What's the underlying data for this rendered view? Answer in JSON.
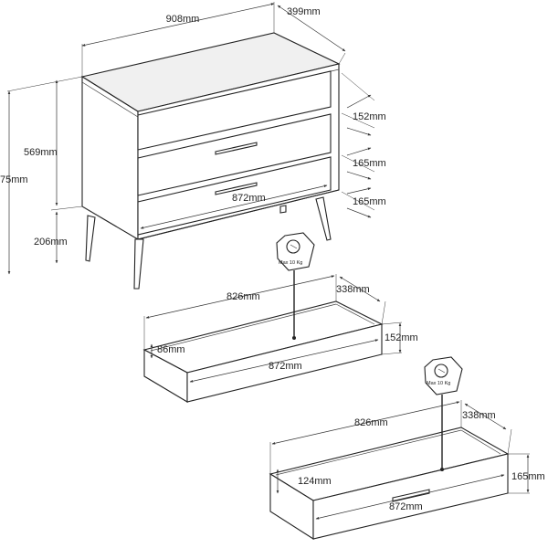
{
  "cabinet": {
    "width": "908mm",
    "depth": "399mm",
    "total_height": "75mm",
    "body_height": "569mm",
    "leg_height": "206mm",
    "drawer_front_width": "872mm",
    "drawer_height_top": "152mm",
    "drawer_height_mid": "165mm",
    "drawer_height_bottom": "165mm"
  },
  "drawer_small": {
    "inner_width": "826mm",
    "depth": "338mm",
    "inner_height": "86mm",
    "front_height": "152mm",
    "front_width": "872mm",
    "load_label": "Max 10 Kg"
  },
  "drawer_large": {
    "inner_width": "826mm",
    "depth": "338mm",
    "inner_height": "124mm",
    "front_height": "165mm",
    "front_width": "872mm",
    "load_label": "Max 10 Kg"
  },
  "colors": {
    "line": "#222222",
    "background": "#ffffff"
  }
}
